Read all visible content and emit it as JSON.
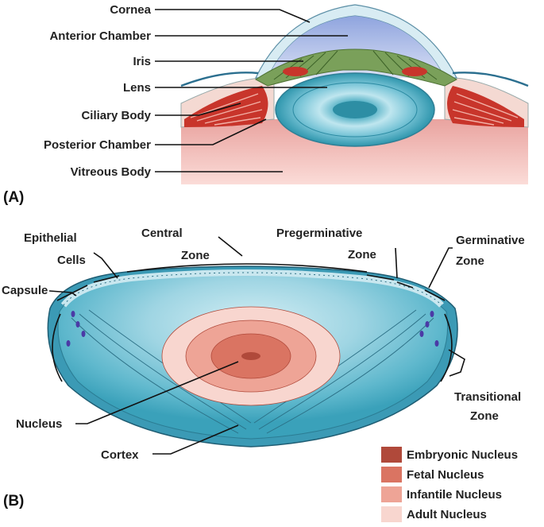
{
  "panelA": {
    "label": "(A)",
    "labels": {
      "cornea": "Cornea",
      "anterior_chamber": "Anterior Chamber",
      "iris": "Iris",
      "lens": "Lens",
      "ciliary_body": "Ciliary Body",
      "posterior_chamber": "Posterior Chamber",
      "vitreous_body": "Vitreous Body"
    }
  },
  "panelB": {
    "label": "(B)",
    "labels": {
      "epithelial_1": "Epithelial",
      "epithelial_2": "Cells",
      "central_1": "Central",
      "central_2": "Zone",
      "pregerminative_1": "Pregerminative",
      "pregerminative_2": "Zone",
      "germinative_1": "Germinative",
      "germinative_2": "Zone",
      "capsule": "Capsule",
      "transitional_1": "Transitional",
      "transitional_2": "Zone",
      "nucleus": "Nucleus",
      "cortex": "Cortex"
    }
  },
  "legend": [
    {
      "label": "Embryonic Nucleus",
      "color": "#b0493a"
    },
    {
      "label": "Fetal Nucleus",
      "color": "#da7462"
    },
    {
      "label": "Infantile Nucleus",
      "color": "#eea496"
    },
    {
      "label": "Adult Nucleus",
      "color": "#f8d6cf"
    }
  ],
  "colors": {
    "lens_blue": "#4fb0c8",
    "lens_light": "#bfe5ef",
    "vitreous": "#f2b9b5",
    "ciliary": "#c8352b",
    "iris_green": "#7aa05a"
  }
}
